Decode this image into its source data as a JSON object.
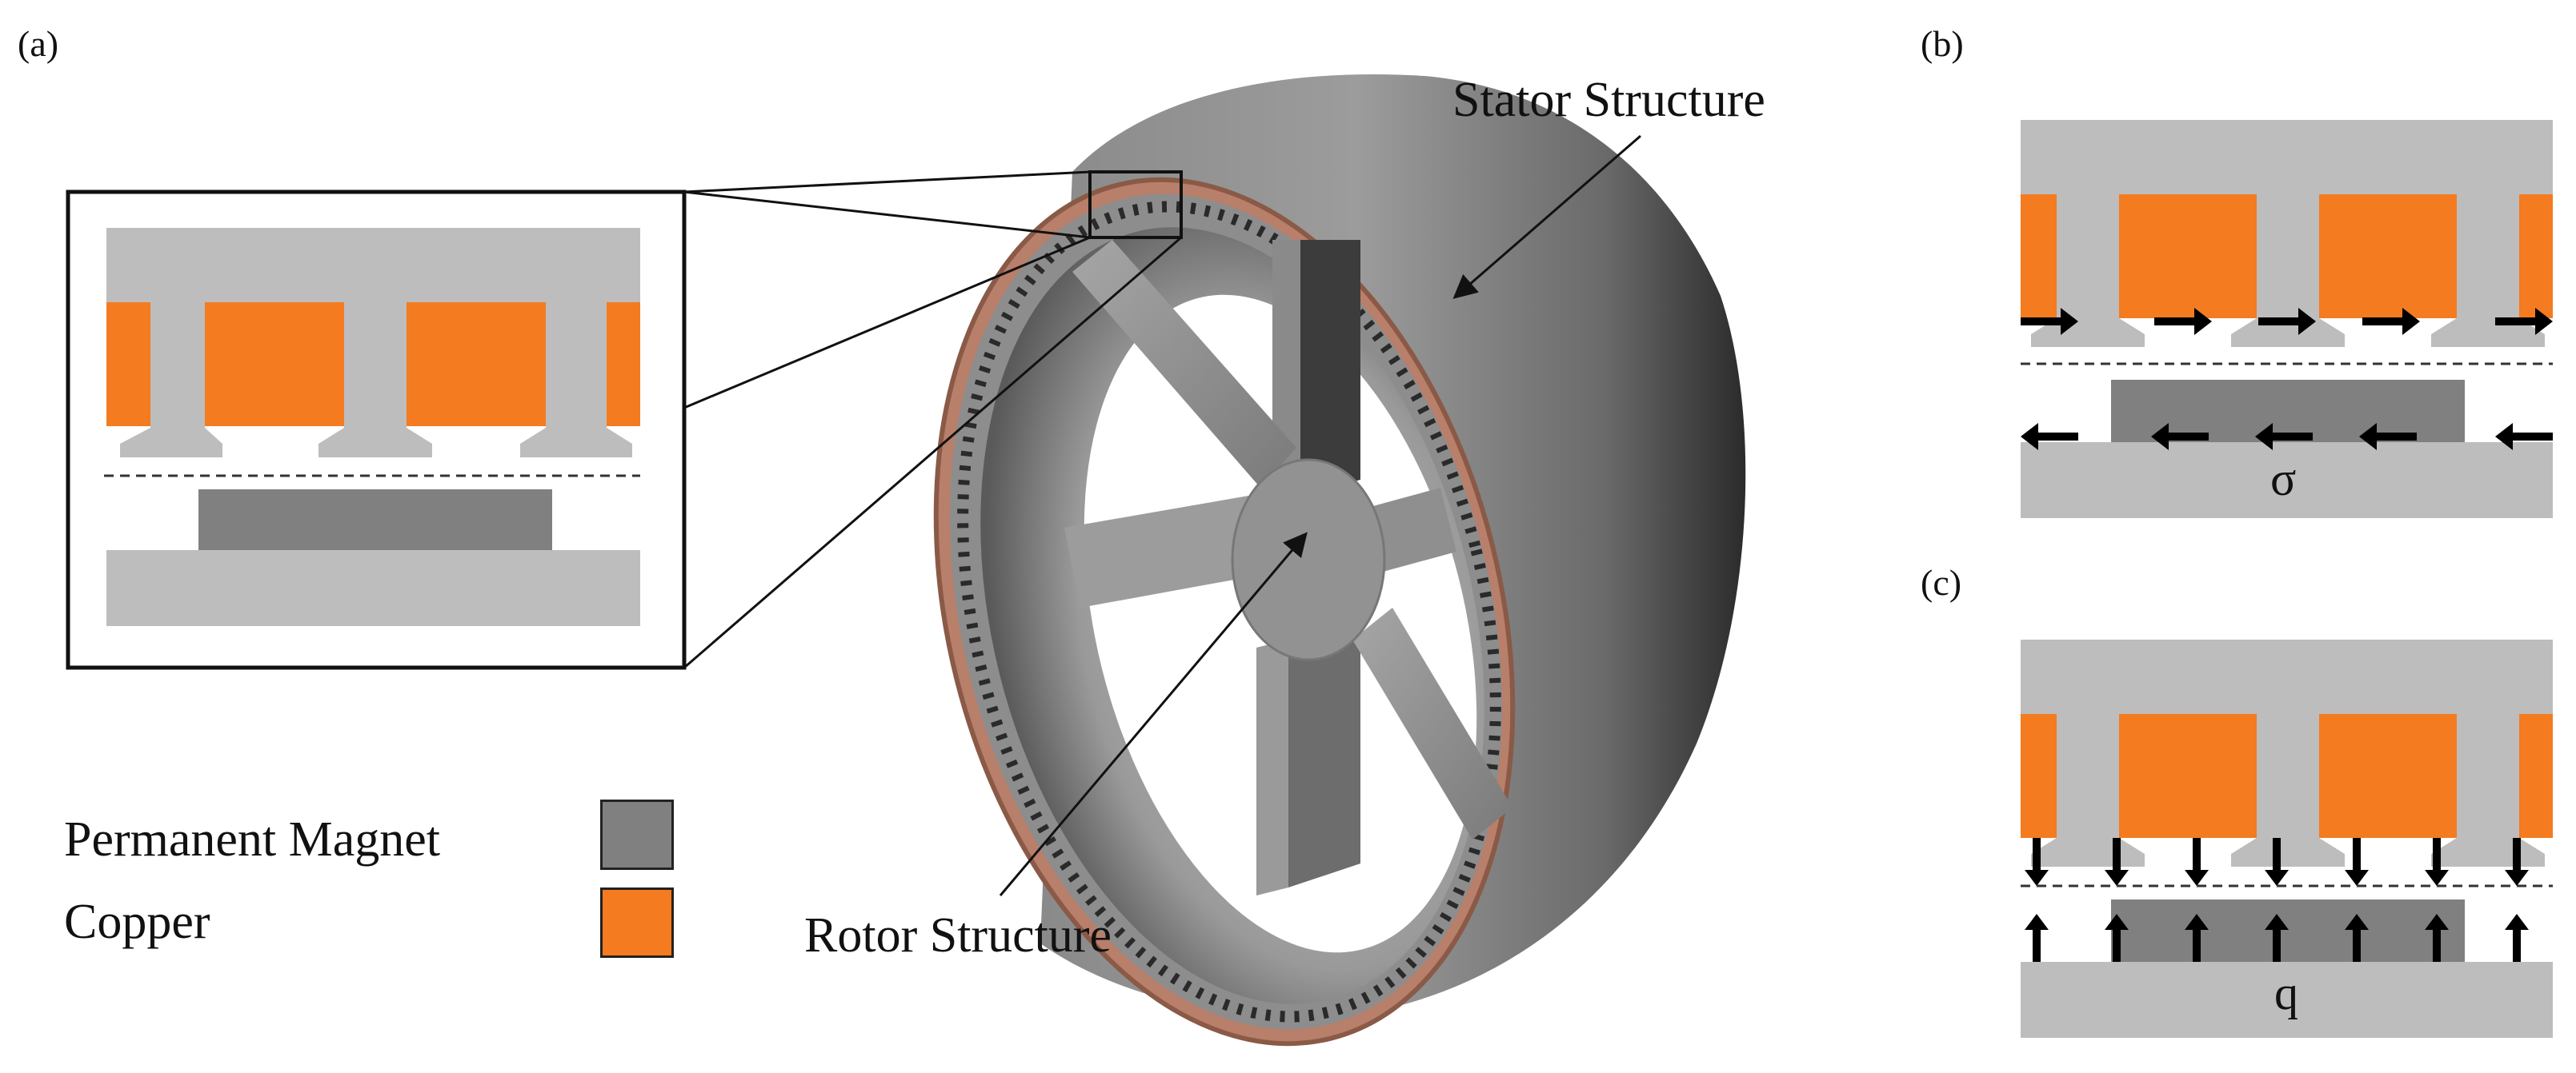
{
  "panels": {
    "a": "(a)",
    "b": "(b)",
    "c": "(c)"
  },
  "annotations": {
    "stator": "Stator Structure",
    "rotor": "Rotor Structure"
  },
  "legend": [
    {
      "label": "Permanent Magnet",
      "color": "#808080"
    },
    {
      "label": "Copper",
      "color": "#f47b20"
    }
  ],
  "symbols": {
    "shear_stress": "σ",
    "normal_stress": "q"
  },
  "colors": {
    "iron": "#bdbdbd",
    "magnet": "#808080",
    "copper": "#f47b20",
    "arrow": "#000000"
  }
}
